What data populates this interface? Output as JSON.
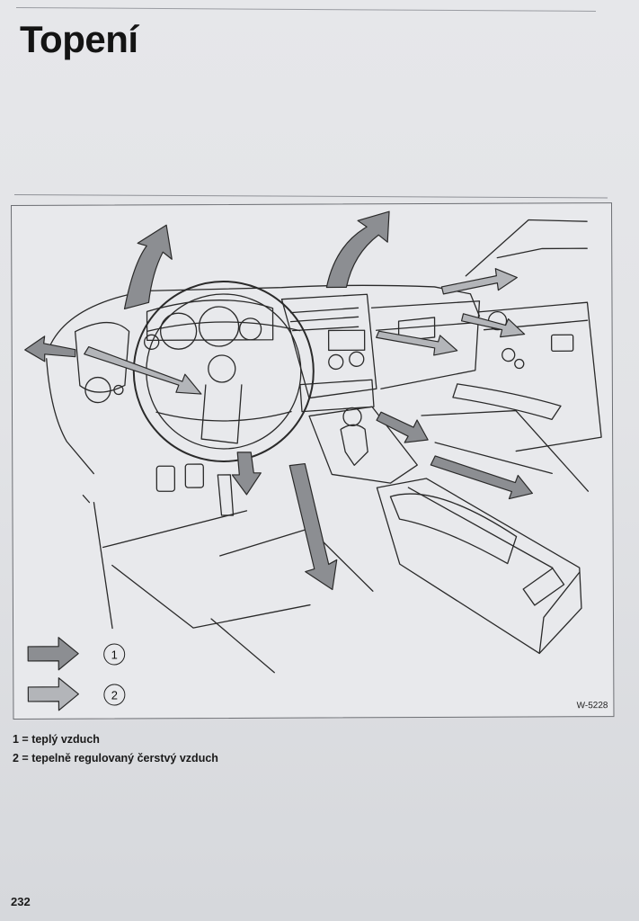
{
  "page": {
    "title": "Topení",
    "page_number": "232"
  },
  "figure": {
    "code": "W-5228",
    "legend": [
      {
        "number": "1",
        "style": "dark-arrow"
      },
      {
        "number": "2",
        "style": "light-arrow"
      }
    ]
  },
  "captions": [
    "1 = teplý vzduch",
    "2 = tepelně regulovaný čerstvý vzduch"
  ],
  "colors": {
    "warm_arrow": "#8c8e92",
    "fresh_arrow": "#b3b5b9",
    "line_art": "#2a2a2a"
  }
}
